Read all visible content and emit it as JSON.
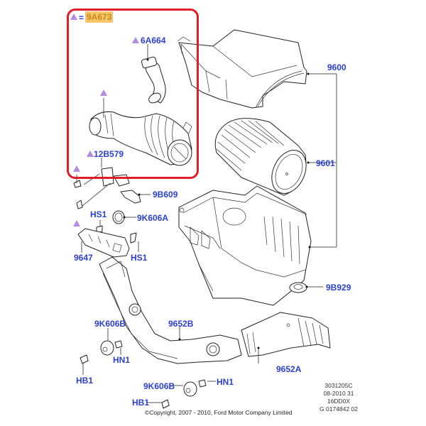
{
  "diagram": {
    "title": "Air cleaner and intake duct exploded parts diagram",
    "highlight_color": "#e01e2a",
    "label_color": "#2b3fd6",
    "legend": {
      "symbol": "triangle-marker",
      "equals": "=",
      "code": "9A673",
      "code_highlight_color": "#f5c66a"
    },
    "labels": {
      "p6A664": "6A664",
      "p12B579": "12B579",
      "p9600": "9600",
      "p9601": "9601",
      "p9B609": "9B609",
      "p9K606A": "9K606A",
      "pHS1_top": "HS1",
      "pHS1_bottom": "HS1",
      "p9647": "9647",
      "p9B929": "9B929",
      "p9K606B_left": "9K606B",
      "p9652B": "9652B",
      "pHN1_left": "HN1",
      "pHB1_left": "HB1",
      "p9652A": "9652A",
      "p9K606B_bottom": "9K606B",
      "pHN1_bottom": "HN1",
      "pHB1_bottom": "HB1"
    },
    "meta": {
      "line1": "3031205C",
      "line2": "08-2010 31",
      "line3": "16DD0X",
      "line4": "G 0174842 02"
    },
    "copyright": "©Copyright, 2007 - 2010, Ford Motor Company Limited"
  }
}
